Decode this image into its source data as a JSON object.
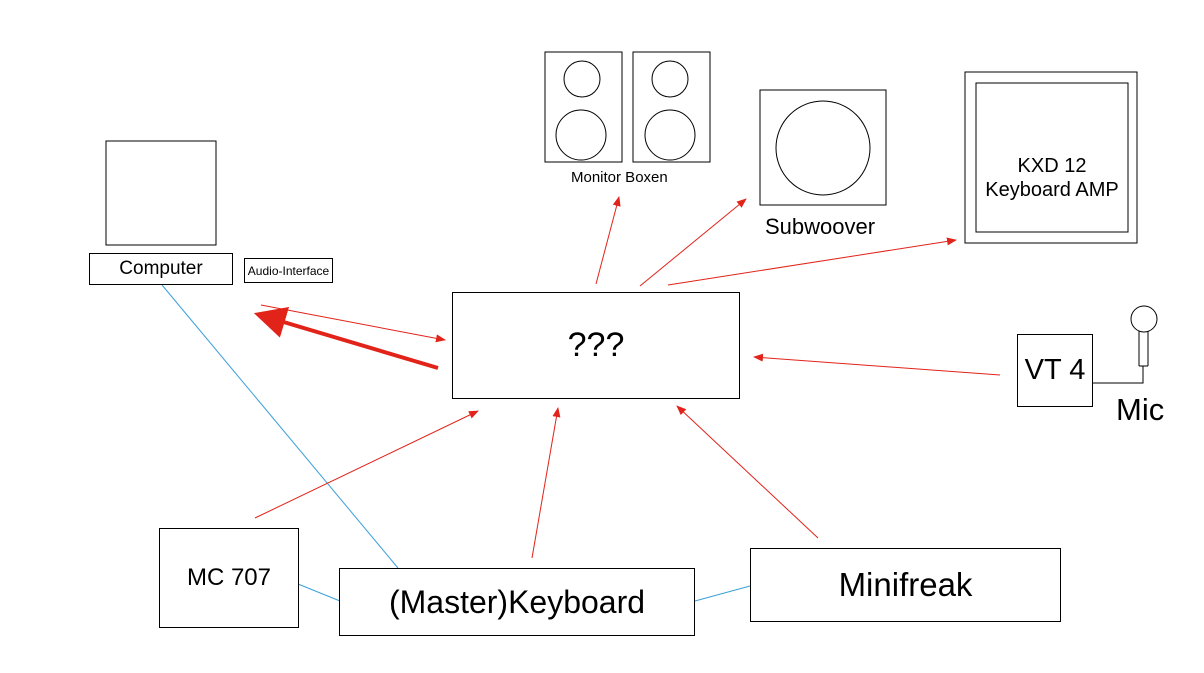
{
  "nodes": {
    "monitor_boxen": "Monitor Boxen",
    "subwoover": "Subwoover",
    "kxd_line1": "KXD 12",
    "kxd_line2": "Keyboard AMP",
    "computer": "Computer",
    "audio_interface": "Audio-Interface",
    "hub": "???",
    "vt4": "VT 4",
    "mic": "Mic",
    "mc707": "MC 707",
    "master_keyboard": "(Master)Keyboard",
    "minifreak": "Minifreak"
  },
  "colors": {
    "signal_arrow": "#e2231a",
    "midi_line": "#3ba0d8",
    "outline": "#000000"
  }
}
